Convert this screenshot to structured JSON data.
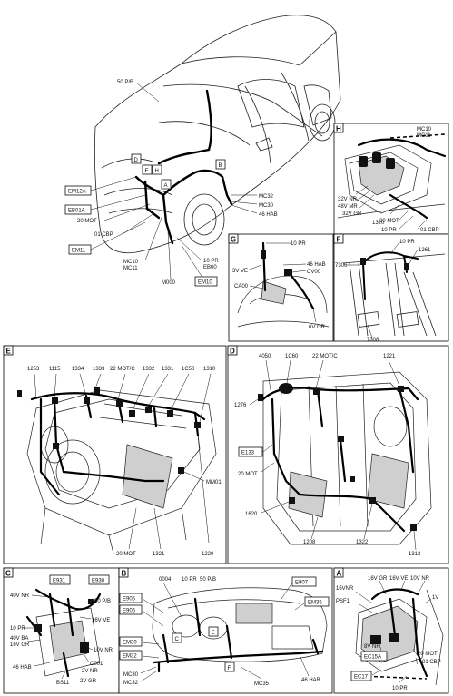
{
  "panels": {
    "main": {
      "callouts": [
        "D",
        "E",
        "H",
        "A",
        "B"
      ],
      "boxed": [
        "EM12A",
        "EB01A",
        "EM11",
        "EM10"
      ],
      "labels": {
        "l50pb": "50 P/B",
        "l20mot": "20 MOT",
        "l01cbp": "01 CBP",
        "mc10": "MC10",
        "mc11": "MC11",
        "m000": "M000",
        "l10pr": "10 PR",
        "eb00": "EB00",
        "mc32": "MC32",
        "mc30": "MC30",
        "l46hab": "46 HAB"
      }
    },
    "H": {
      "letter": "H",
      "labels": [
        "MC10",
        "MC11",
        "32V NR",
        "48V MR",
        "32V GR",
        "1320",
        "20 MOT",
        "10 PR",
        "01 CBP"
      ]
    },
    "G": {
      "letter": "G",
      "labels": [
        "10 PR",
        "3V VE",
        "46 HAB",
        "CV00",
        "CA00",
        "6V GR"
      ]
    },
    "F": {
      "letter": "F",
      "labels": [
        "10 PR",
        "1261",
        "7306",
        "7308"
      ]
    },
    "E": {
      "letter": "E",
      "top_labels": [
        "1253",
        "1115",
        "1334",
        "1333",
        "22 MOT/C",
        "1332",
        "1331",
        "1C50",
        "1310"
      ],
      "labels": [
        "MM01",
        "20 MOT",
        "1321",
        "1220"
      ]
    },
    "D": {
      "letter": "D",
      "labels": [
        "4050",
        "1C60",
        "22 MOT/C",
        "1221",
        "1276",
        "20 MOT",
        "1620",
        "1208",
        "1322",
        "1313"
      ],
      "boxed": [
        "E133"
      ]
    },
    "C": {
      "letter": "C",
      "labels": [
        "50 P/B",
        "40V NR",
        "16V VE",
        "10 PR",
        "40V BA",
        "16V GR",
        "10V NR",
        "C001",
        "2V NR",
        "46 HAB",
        "BS11",
        "2V GR"
      ],
      "boxed": [
        "E931",
        "E930"
      ]
    },
    "B": {
      "letter": "B",
      "labels": [
        "0004",
        "10 PR",
        "50 P/B",
        "MC30",
        "MC32",
        "MC35",
        "46 HAB"
      ],
      "boxed": [
        "E905",
        "E906",
        "EM30",
        "EM32",
        "E907",
        "EM35"
      ],
      "callouts": [
        "C",
        "E",
        "F"
      ]
    },
    "A": {
      "letter": "A",
      "labels": [
        "16V GR",
        "16V VE",
        "10V NR",
        "16VNR",
        "PSF1",
        "1V",
        "8V NR",
        "20 MOT",
        "01 CBP",
        "10 PR"
      ],
      "boxed": [
        "EC15A",
        "EC17"
      ]
    }
  }
}
